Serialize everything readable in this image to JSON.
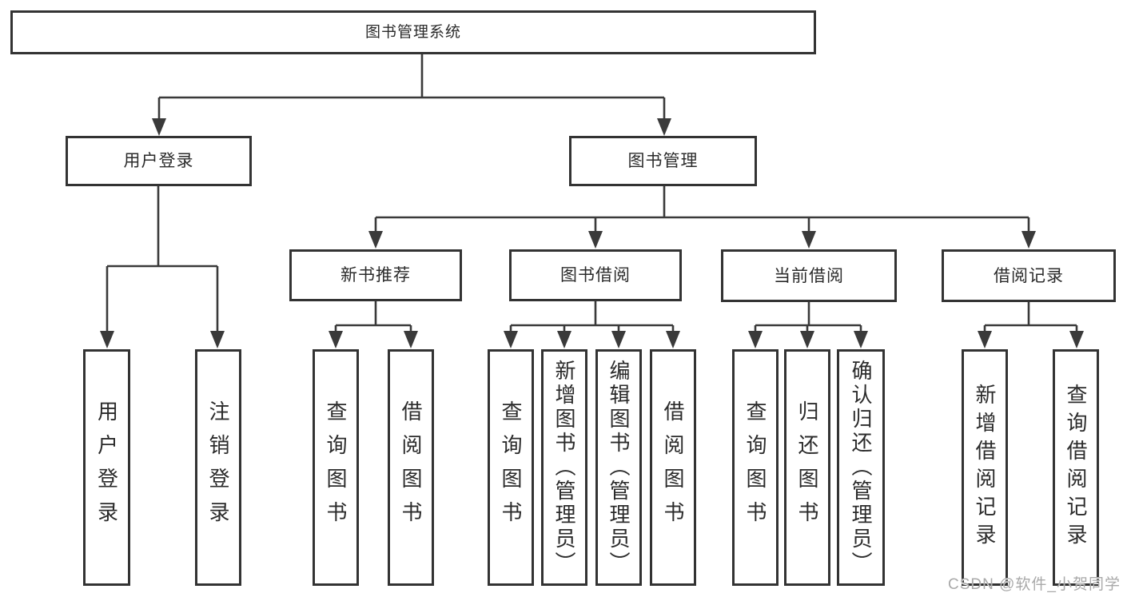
{
  "diagram": {
    "root": {
      "label": "图书管理系统",
      "children": [
        {
          "label": "用户登录",
          "children": [
            {
              "label": "用户登录"
            },
            {
              "label": "注销登录"
            }
          ]
        },
        {
          "label": "图书管理",
          "children": [
            {
              "label": "新书推荐",
              "children": [
                {
                  "label": "查询图书"
                },
                {
                  "label": "借阅图书"
                }
              ]
            },
            {
              "label": "图书借阅",
              "children": [
                {
                  "label": "查询图书"
                },
                {
                  "label": "新增图书（管理员）"
                },
                {
                  "label": "编辑图书（管理员）"
                },
                {
                  "label": "借阅图书"
                }
              ]
            },
            {
              "label": "当前借阅",
              "children": [
                {
                  "label": "查询图书"
                },
                {
                  "label": "归还图书"
                },
                {
                  "label": "确认归还（管理员）"
                }
              ]
            },
            {
              "label": "借阅记录",
              "children": [
                {
                  "label": "新增借阅记录"
                },
                {
                  "label": "查询借阅记录"
                }
              ]
            }
          ]
        }
      ]
    }
  },
  "watermark": {
    "text": "CSDN @软件_小贺同学"
  },
  "colors": {
    "background": "#ffffff",
    "box_border": "#333333",
    "line": "#3a3a3a",
    "text": "#2b2b2b",
    "watermark": "#a9a9a9"
  }
}
